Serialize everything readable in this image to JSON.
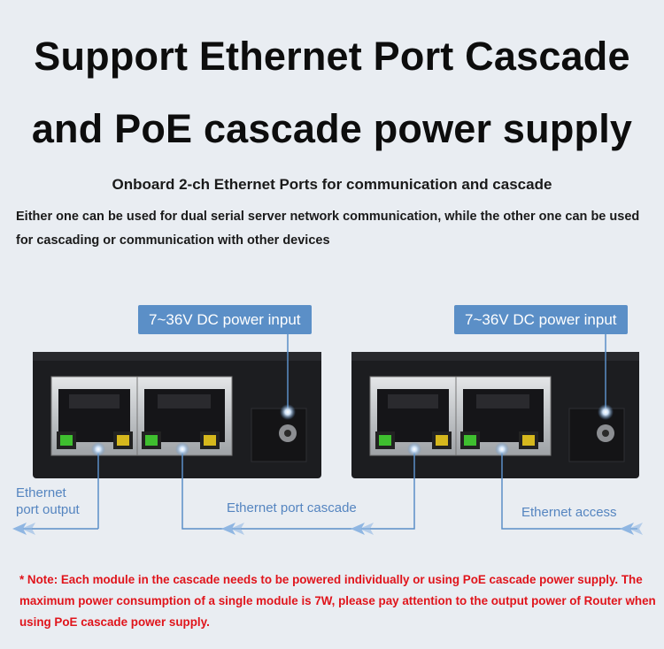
{
  "heading": {
    "line1": "Support Ethernet Port Cascade",
    "line2": "and PoE cascade power supply"
  },
  "subheading": "Onboard 2-ch Ethernet Ports for communication and cascade",
  "description": "Either one can be used for dual serial server network communication, while the other one can be used for cascading or communication with other devices",
  "callouts": {
    "power_left": "7~36V DC power input",
    "power_right": "7~36V DC power input",
    "ethernet_output": "Ethernet\nport output",
    "ethernet_cascade": "Ethernet port cascade",
    "ethernet_access": "Ethernet access"
  },
  "note": "* Note: Each module in the cascade needs to be powered individually or using PoE cascade power supply. The maximum power consumption of a single module is 7W, please pay attention to the output power of Router when using PoE cascade power supply.",
  "colors": {
    "background": "#e9edf2",
    "accent_blue": "#5b8fc7",
    "note_red": "#e0141b",
    "device_body": "#1c1d20"
  }
}
